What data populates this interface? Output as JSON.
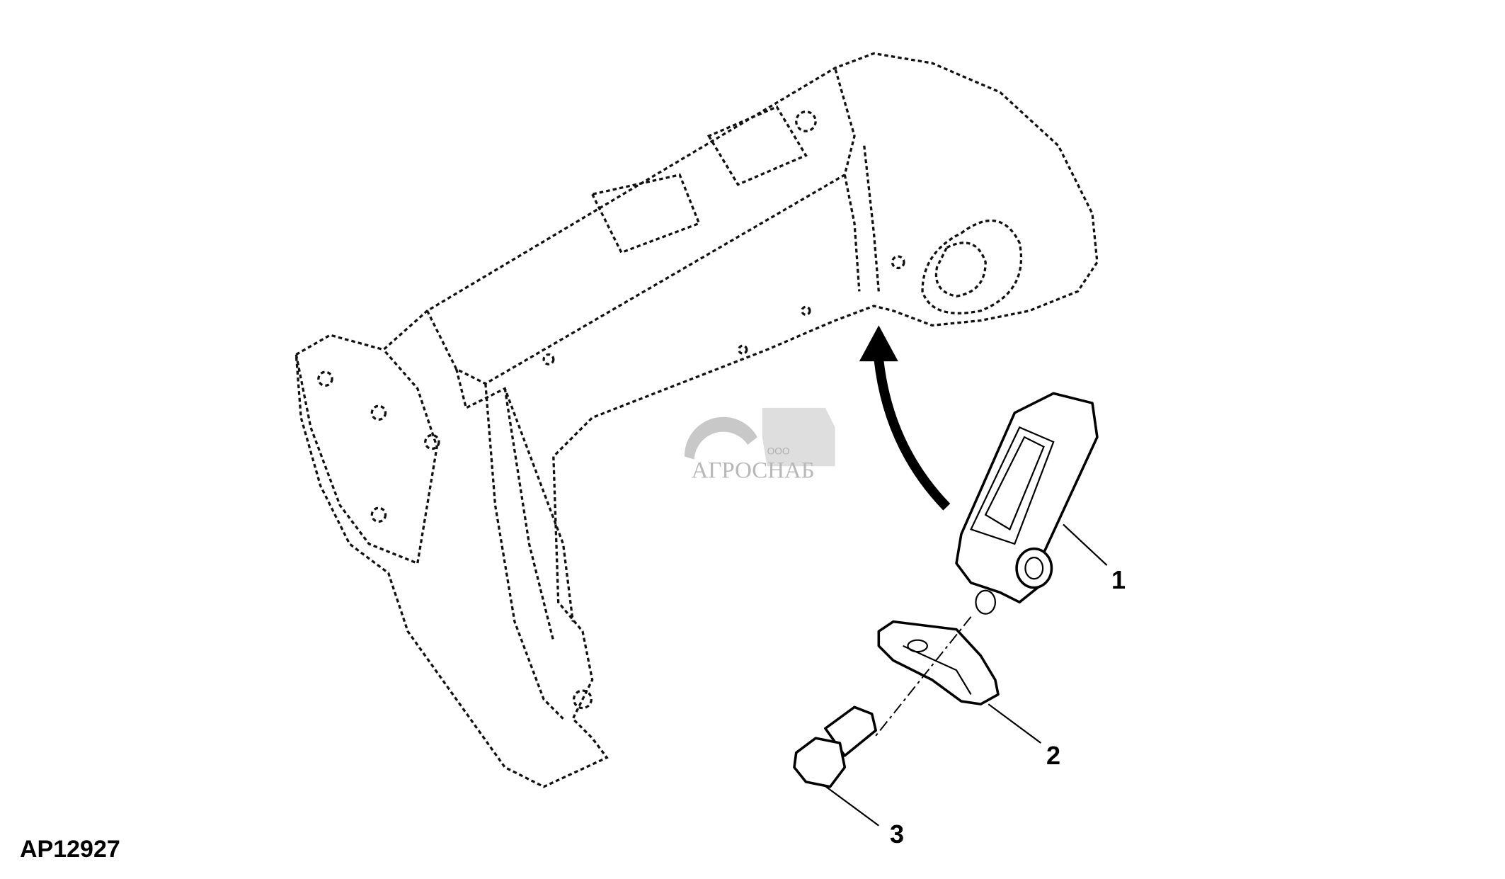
{
  "figure_id": "AP12927",
  "callouts": [
    "1",
    "2",
    "3"
  ],
  "watermark": {
    "prefix": "ООО",
    "brand": "АГРОСНАБ"
  },
  "colors": {
    "line": "#000000",
    "watermark": "#c8c8c8"
  }
}
